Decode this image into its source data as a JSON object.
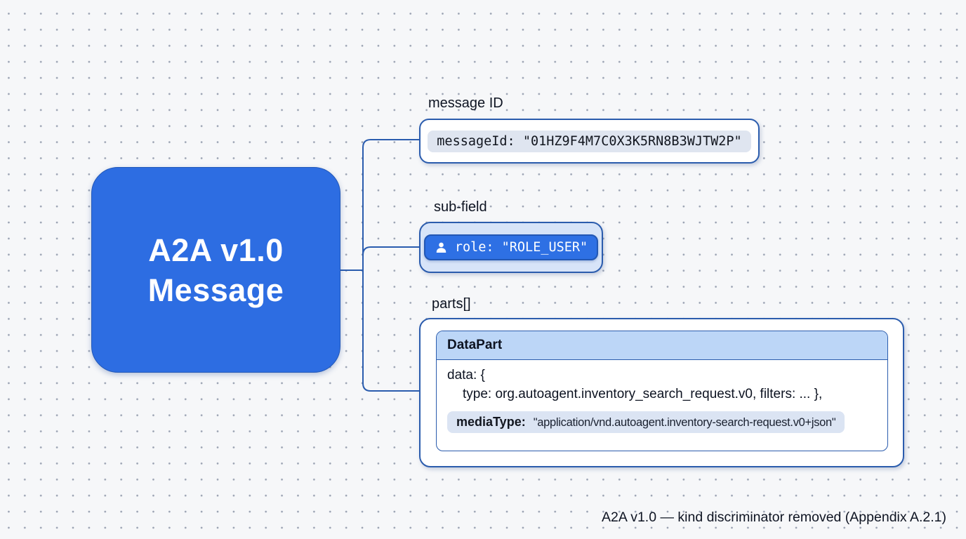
{
  "main_node": {
    "title_line1": "A2A v1.0",
    "title_line2": "Message"
  },
  "message_id": {
    "label": "message ID",
    "code": "messageId: \"01HZ9F4M7C0X3K5RN8B3WJTW2P\""
  },
  "sub_field": {
    "label": "sub-field",
    "icon": "person-icon",
    "code": "role: \"ROLE_USER\""
  },
  "parts": {
    "label": "parts[]",
    "card_title": "DataPart",
    "code_line_1": "data: {",
    "code_line_2": "type: org.autoagent.inventory_search_request.v0, filters: ...  },",
    "media_type": {
      "key": "mediaType:",
      "value": "\"application/vnd.autoagent.inventory-search-request.v0+json\""
    }
  },
  "footer": {
    "note": "A2A v1.0 — kind discriminator removed (Appendix A.2.1)"
  },
  "colors": {
    "background": "#f6f7f9",
    "node_blue": "#2d6de2",
    "connector_blue": "#2a5cae",
    "light_blue_fill": "#d7e4f8",
    "header_blue": "#bcd6f7",
    "chip_gray_blue": "#dfe5f0",
    "pill_blue": "#2e70e4"
  }
}
